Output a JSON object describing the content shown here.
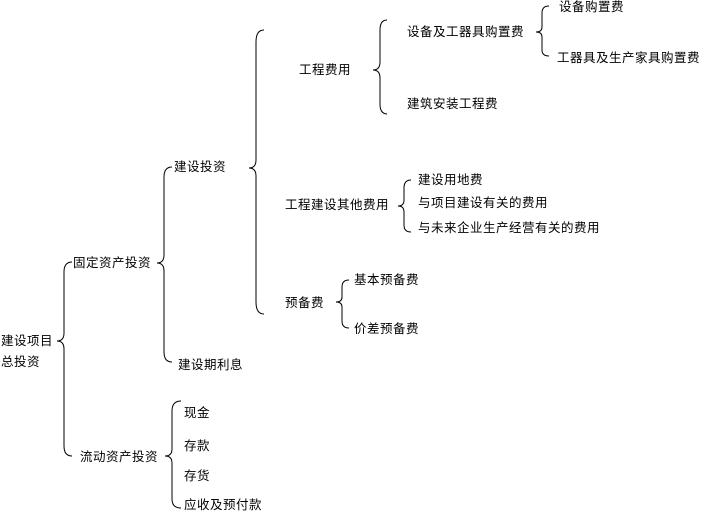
{
  "diagram": {
    "root": {
      "line1": "建设项目",
      "line2": "总投资"
    },
    "fixed_investment": "固定资产投资",
    "working_capital": "流动资产投资",
    "construction_investment": "建设投资",
    "construction_interest": "建设期利息",
    "engineering_cost": "工程费用",
    "equipment_purchase": "设备及工器具购置费",
    "equipment_purchase_fee": "设备购置费",
    "tools_furniture_fee": "工器具及生产家具购置费",
    "building_install": "建筑安装工程费",
    "other_costs": "工程建设其他费用",
    "land_use_fee": "建设用地费",
    "project_related_fee": "与项目建设有关的费用",
    "future_production_fee": "与未来企业生产经营有关的费用",
    "reserve_fee": "预备费",
    "basic_reserve": "基本预备费",
    "price_reserve": "价差预备费",
    "cash": "现金",
    "deposits": "存款",
    "inventory": "存货",
    "receivables_prepayments": "应收及预付款"
  }
}
